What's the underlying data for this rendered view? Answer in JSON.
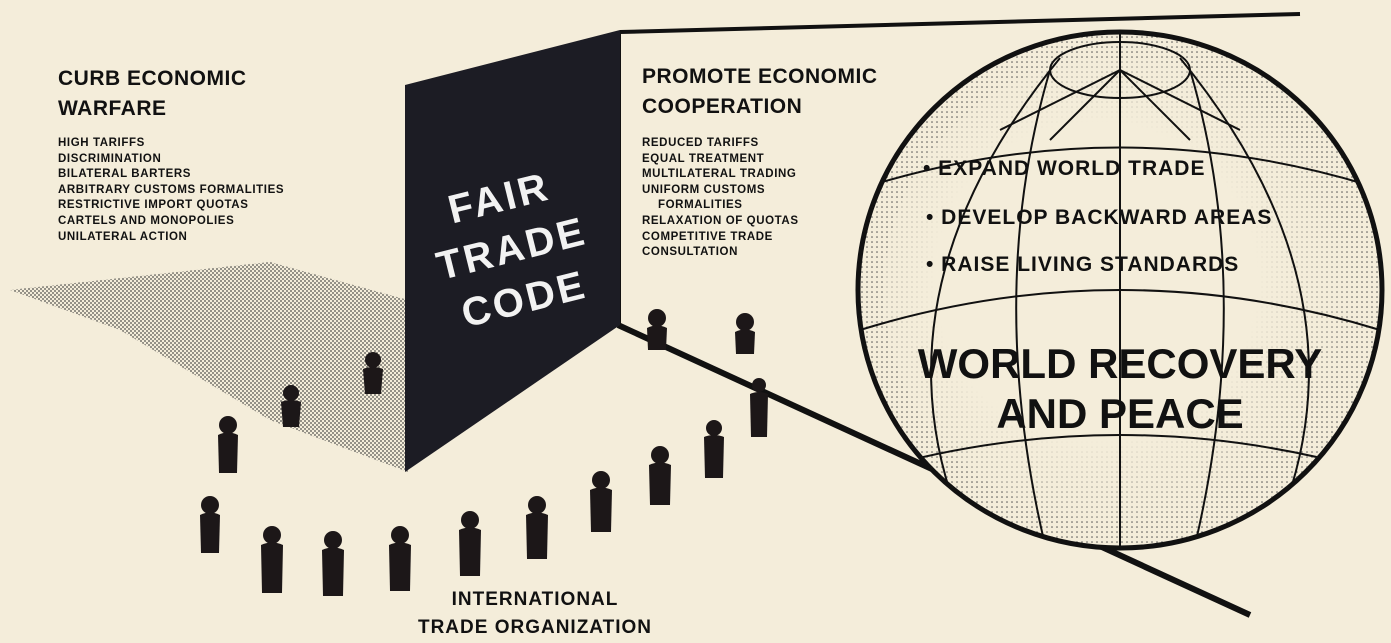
{
  "left_panel": {
    "heading": [
      "CURB ECONOMIC",
      "WARFARE"
    ],
    "items": [
      "HIGH TARIFFS",
      "DISCRIMINATION",
      "BILATERAL BARTERS",
      "ARBITRARY CUSTOMS FORMALITIES",
      "RESTRICTIVE IMPORT QUOTAS",
      "CARTELS AND MONOPOLIES",
      "UNILATERAL ACTION"
    ]
  },
  "center_panel": {
    "title_lines": [
      "FAIR",
      "TRADE",
      "CODE"
    ]
  },
  "right_panel": {
    "heading": [
      "PROMOTE ECONOMIC",
      "COOPERATION"
    ],
    "items": [
      "REDUCED TARIFFS",
      "EQUAL TREATMENT",
      "MULTILATERAL TRADING",
      "UNIFORM CUSTOMS",
      "FORMALITIES",
      "RELAXATION OF QUOTAS",
      "COMPETITIVE TRADE",
      "CONSULTATION"
    ]
  },
  "globe": {
    "goals": [
      "• EXPAND WORLD TRADE",
      "• DEVELOP BACKWARD AREAS",
      "• RAISE LIVING STANDARDS"
    ],
    "result_lines": [
      "WORLD RECOVERY",
      "AND PEACE"
    ]
  },
  "organization": {
    "label_lines": [
      "INTERNATIONAL",
      "TRADE ORGANIZATION"
    ]
  },
  "colors": {
    "background": "#f4edda",
    "ink": "#111111",
    "panel": "#1c1c24",
    "panel_text": "#f2f2f2"
  }
}
